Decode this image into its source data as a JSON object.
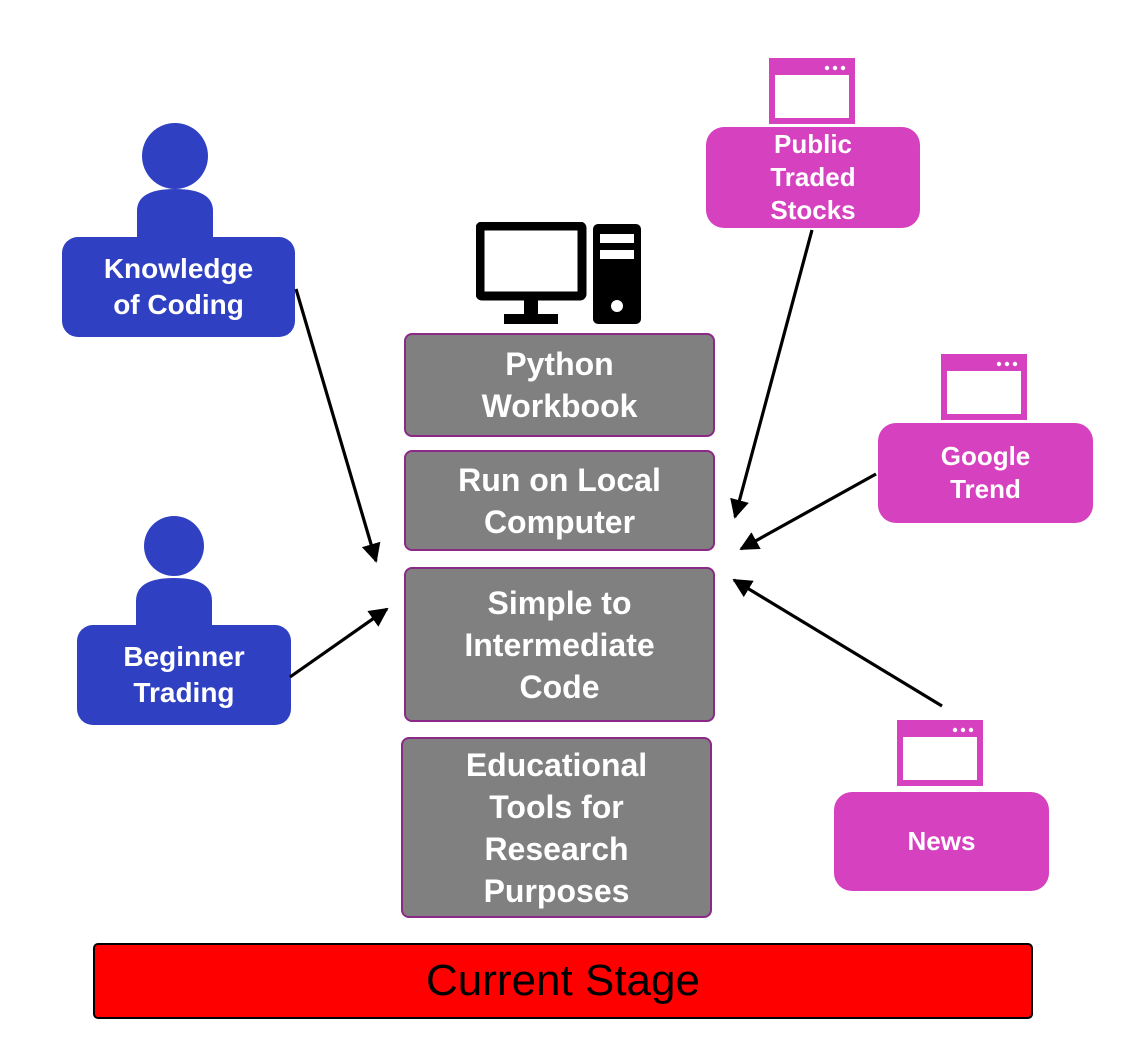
{
  "actors": {
    "knowledge": "Knowledge\nof Coding",
    "beginner": "Beginner\nTrading"
  },
  "sources": {
    "stocks": "Public\nTraded\nStocks",
    "google": "Google\nTrend",
    "news": "News"
  },
  "stack": {
    "python": "Python\nWorkbook",
    "local": "Run on Local\nComputer",
    "code": "Simple to\nIntermediate\nCode",
    "edu": "Educational\nTools for\nResearch\nPurposes"
  },
  "stage_label": "Current Stage",
  "colors": {
    "actor": "#3040c2",
    "source": "#d641c0",
    "stack": "#808080",
    "stack_border": "#8a2a86",
    "stage": "#ff0000"
  },
  "icons": [
    "person-icon",
    "person-icon",
    "browser-window-icon",
    "browser-window-icon",
    "browser-window-icon",
    "computer-icon"
  ]
}
